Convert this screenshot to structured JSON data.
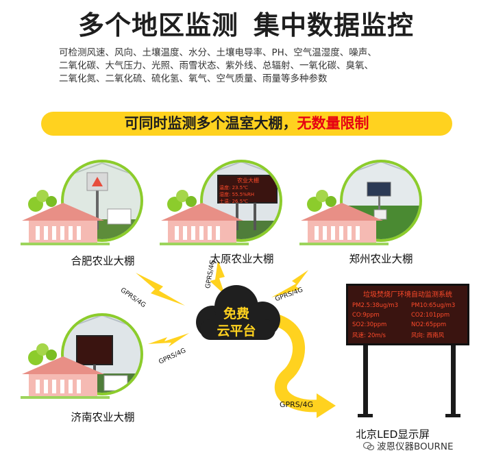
{
  "headline": {
    "left": "多个地区监测",
    "right": "集中数据监控"
  },
  "params": [
    "可检测风速、风向、土壤温度、水分、土壤电导率、PH、空气温湿度、噪声、",
    "二氧化碳、大气压力、光照、雨雪状态、紫外线、总辐射、一氧化碳、臭氧、",
    "二氧化氮、二氧化硫、硫化氢、氧气、空气质量、雨量等多种参数"
  ],
  "banner": {
    "text": "可同时监测多个温室大棚，",
    "highlight": "无数量限制"
  },
  "cities": {
    "hefei": "合肥农业大棚",
    "taiyuan": "太原农业大棚",
    "zhengzhou": "郑州农业大棚",
    "jinan": "济南农业大棚"
  },
  "cloud": {
    "line1": "免费",
    "line2": "云平台"
  },
  "link_label": "GPRS/4G",
  "link_label_big": "GPRS/4G",
  "station_screen": {
    "title": "农业大棚",
    "rows": [
      {
        "k": "温度:",
        "v": "23.5℃"
      },
      {
        "k": "湿度:",
        "v": "55.5%RH"
      },
      {
        "k": "土温:",
        "v": "26.5℃"
      }
    ]
  },
  "led": {
    "title": "垃圾焚烧厂环境自动监测系统",
    "cells": [
      "PM2.5:38ug/m3",
      "PM10:65ug/m3",
      "CO:9ppm",
      "CO2:101ppm",
      "SO2:30ppm",
      "NO2:65ppm",
      "风速: 20m/s",
      "风向: 西南风"
    ],
    "label": "北京LED显示屏"
  },
  "watermark": "波恩仪器BOURNE",
  "colors": {
    "yellow": "#ffd21f",
    "red": "#e60012",
    "cloud": "#1f1f1f",
    "green": "#8ccc2c",
    "house": "#f2a8a0"
  }
}
